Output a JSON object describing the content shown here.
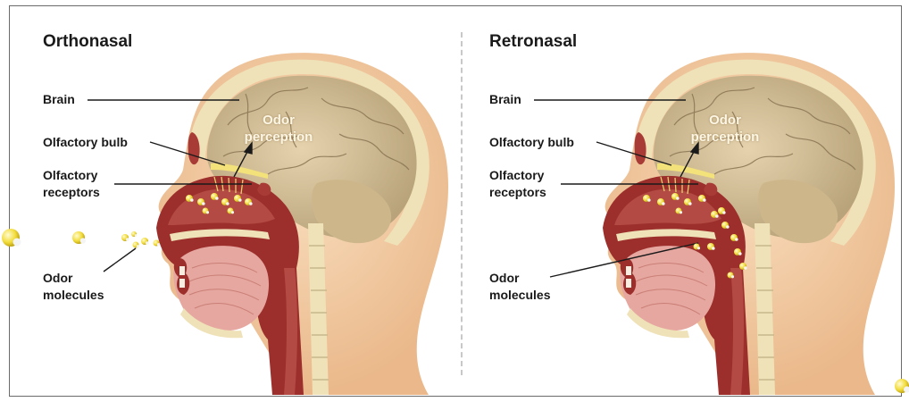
{
  "panels": [
    {
      "title": "Orthonasal",
      "labels": {
        "brain": "Brain",
        "olfactory_bulb": "Olfactory bulb",
        "olfactory_receptors_1": "Olfactory",
        "olfactory_receptors_2": "receptors",
        "odor_molecules_1": "Odor",
        "odor_molecules_2": "molecules"
      },
      "odor_perception_1": "Odor",
      "odor_perception_2": "perception"
    },
    {
      "title": "Retronasal",
      "labels": {
        "brain": "Brain",
        "olfactory_bulb": "Olfactory bulb",
        "olfactory_receptors_1": "Olfactory",
        "olfactory_receptors_2": "receptors",
        "odor_molecules_1": "Odor",
        "odor_molecules_2": "molecules"
      },
      "odor_perception_1": "Odor",
      "odor_perception_2": "perception"
    }
  ],
  "colors": {
    "skin": "#f3c8a0",
    "brain": "#d9c29a",
    "bone": "#efe2b8",
    "tissue": "#9c2f2c",
    "cavity": "#e6a7a0",
    "molecule": "#f2dc3a"
  }
}
